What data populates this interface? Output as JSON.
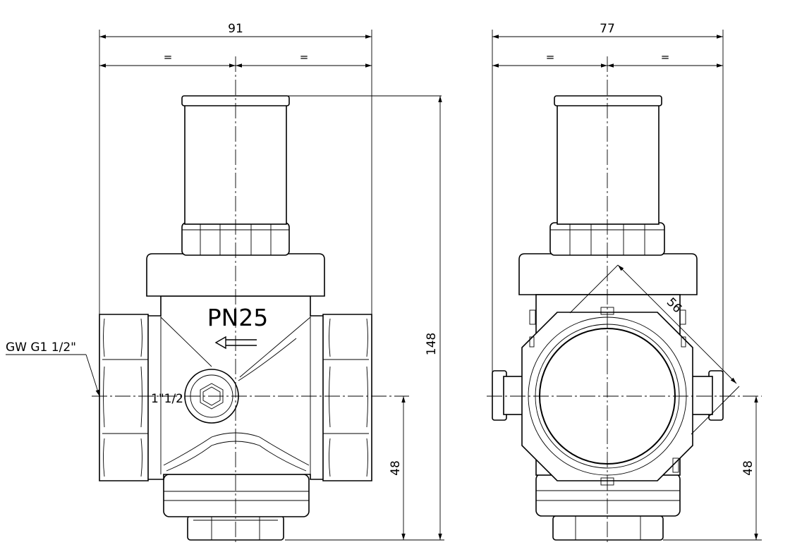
{
  "front_view": {
    "overall_width": "91",
    "equal_left": "=",
    "equal_right": "=",
    "overall_height": "148",
    "center_height": "48",
    "pressure_rating": "PN25",
    "gauge_port_size": "1\"1/2",
    "thread_callout": "GW G1 1/2\""
  },
  "side_view": {
    "overall_width": "77",
    "equal_left": "=",
    "equal_right": "=",
    "across_flats": "56",
    "center_height": "48"
  }
}
